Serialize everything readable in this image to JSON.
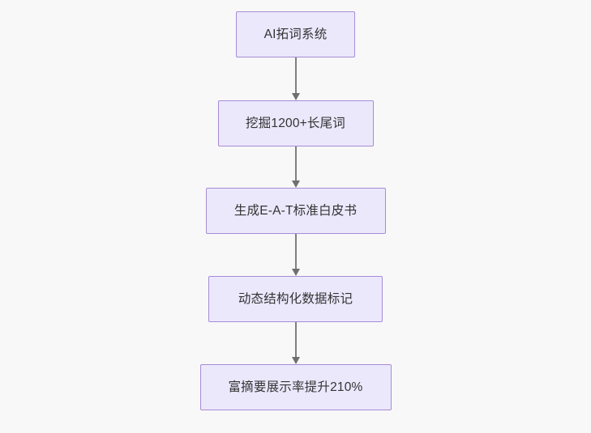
{
  "diagram": {
    "type": "flowchart",
    "orientation": "top-to-bottom",
    "background_color": "#f8f8f8",
    "node_fill_color": "#ebe8fc",
    "node_border_color": "#a78bd6",
    "node_text_color": "#333333",
    "connector_color": "#7f7f7f",
    "nodes": [
      {
        "id": "n1",
        "label": "AI拓词系统"
      },
      {
        "id": "n2",
        "label": "挖掘1200+长尾词"
      },
      {
        "id": "n3",
        "label": "生成E-A-T标准白皮书"
      },
      {
        "id": "n4",
        "label": "动态结构化数据标记"
      },
      {
        "id": "n5",
        "label": "富摘要展示率提升210%"
      }
    ],
    "edges": [
      {
        "from": "n1",
        "to": "n2",
        "label": ""
      },
      {
        "from": "n2",
        "to": "n3",
        "label": ""
      },
      {
        "from": "n3",
        "to": "n4",
        "label": ""
      },
      {
        "from": "n4",
        "to": "n5",
        "label": ""
      }
    ]
  }
}
